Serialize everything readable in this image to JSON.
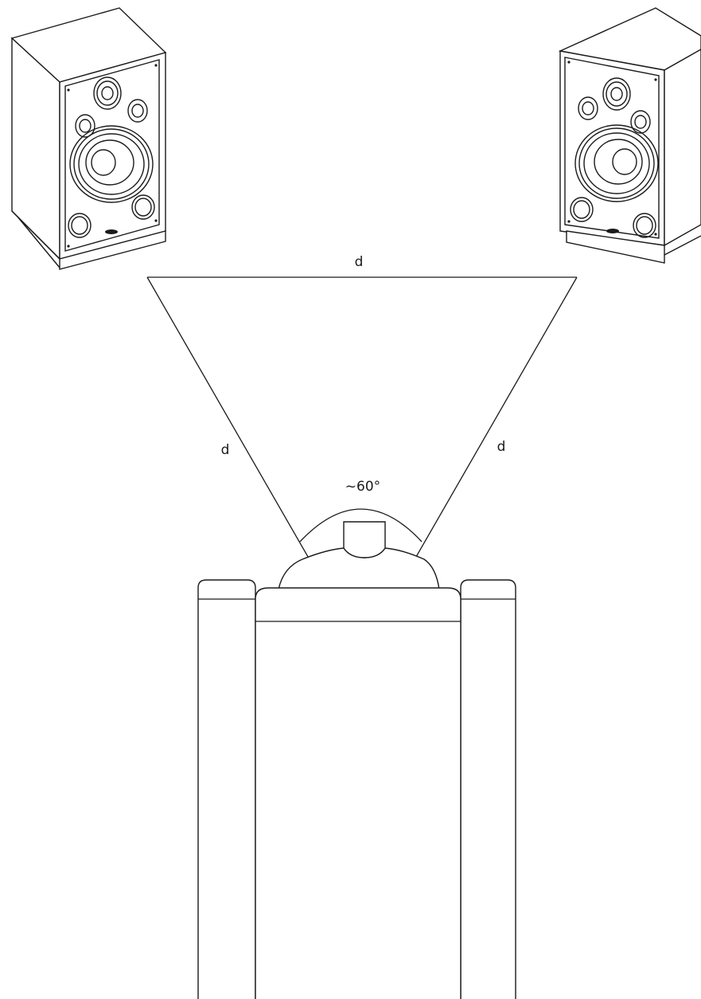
{
  "labels": {
    "top_side": "d",
    "left_side": "d",
    "right_side": "d",
    "angle": "~60°"
  }
}
